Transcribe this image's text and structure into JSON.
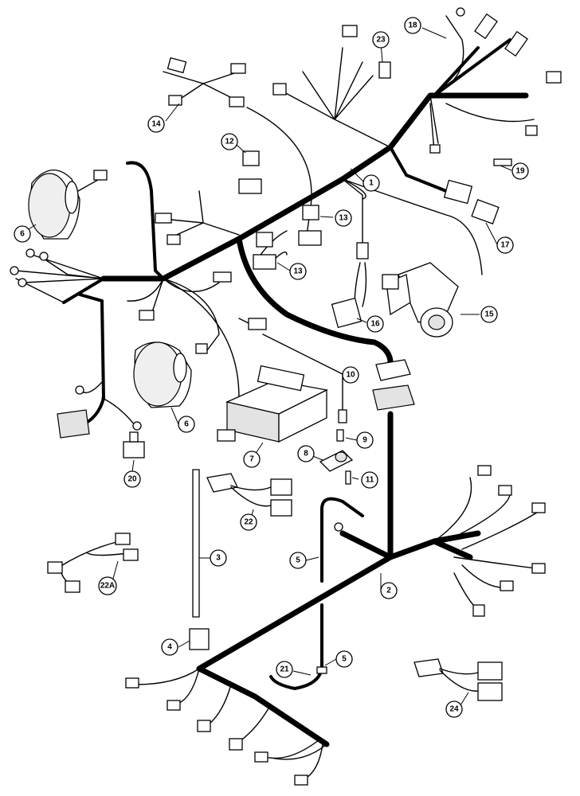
{
  "callouts": [
    {
      "id": "c1",
      "label": "1"
    },
    {
      "id": "c2",
      "label": "2"
    },
    {
      "id": "c3",
      "label": "3"
    },
    {
      "id": "c4",
      "label": "4"
    },
    {
      "id": "c5a",
      "label": "5"
    },
    {
      "id": "c5b",
      "label": "5"
    },
    {
      "id": "c6a",
      "label": "6"
    },
    {
      "id": "c6b",
      "label": "6"
    },
    {
      "id": "c7",
      "label": "7"
    },
    {
      "id": "c8",
      "label": "8"
    },
    {
      "id": "c9",
      "label": "9"
    },
    {
      "id": "c10",
      "label": "10"
    },
    {
      "id": "c11",
      "label": "11"
    },
    {
      "id": "c12",
      "label": "12"
    },
    {
      "id": "c13a",
      "label": "13"
    },
    {
      "id": "c13b",
      "label": "13"
    },
    {
      "id": "c14",
      "label": "14"
    },
    {
      "id": "c15",
      "label": "15"
    },
    {
      "id": "c16",
      "label": "16"
    },
    {
      "id": "c17",
      "label": "17"
    },
    {
      "id": "c18",
      "label": "18"
    },
    {
      "id": "c19",
      "label": "19"
    },
    {
      "id": "c20",
      "label": "20"
    },
    {
      "id": "c21",
      "label": "21"
    },
    {
      "id": "c22",
      "label": "22"
    },
    {
      "id": "c22a",
      "label": "22A"
    },
    {
      "id": "c23",
      "label": "23"
    },
    {
      "id": "c24",
      "label": "24"
    }
  ]
}
